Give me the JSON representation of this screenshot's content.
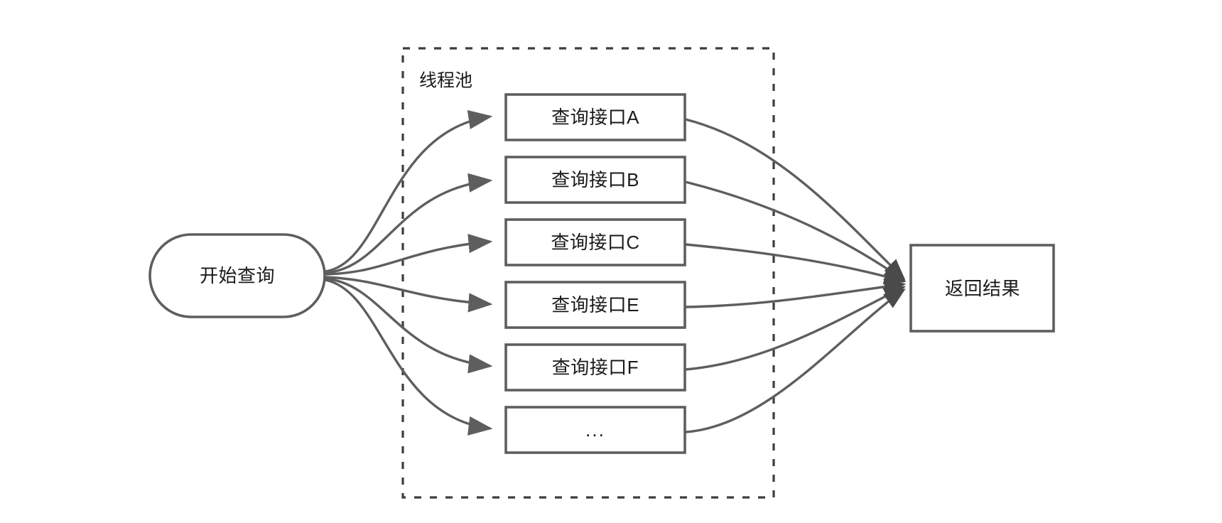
{
  "diagram": {
    "title_text": "",
    "type": "flowchart",
    "colors": {
      "stroke": "#5e5e5e",
      "node_fill": "#ffffff",
      "text": "#1a1a1a",
      "group_border": "#3d3d3d",
      "background": "#ffffff"
    },
    "start_node": {
      "label": "开始查询",
      "shape": "stadium"
    },
    "group": {
      "label": "线程池",
      "border_style": "dashed"
    },
    "tasks": [
      {
        "label": "查询接口A"
      },
      {
        "label": "查询接口B"
      },
      {
        "label": "查询接口C"
      },
      {
        "label": "查询接口E"
      },
      {
        "label": "查询接口F"
      },
      {
        "label": "..."
      }
    ],
    "end_node": {
      "label": "返回结果",
      "shape": "rectangle"
    },
    "edges_in_count": "6",
    "edges_out_count": "6"
  }
}
